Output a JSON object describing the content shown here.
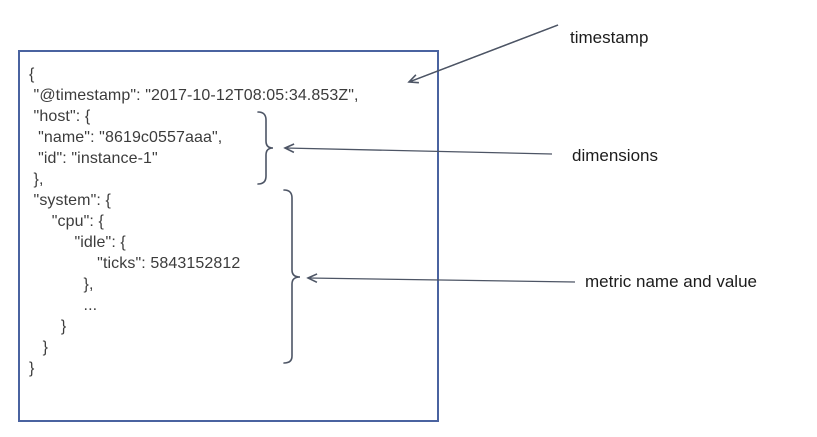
{
  "figure": {
    "document": {
      "json_lines": [
        "{",
        " \"@timestamp\": \"2017-10-12T08:05:34.853Z\",",
        " \"host\": {",
        "  \"name\": \"8619c0557aaa\",",
        "  \"id\": \"instance-1\"",
        " },",
        " \"system\": {",
        "     \"cpu\": {",
        "          \"idle\": {",
        "               \"ticks\": 5843152812",
        "            },",
        "            ...",
        "       }",
        "   }",
        "}"
      ],
      "timestamp_value": "2017-10-12T08:05:34.853Z",
      "dimensions": {
        "host_name": "8619c0557aaa",
        "host_id": "instance-1"
      },
      "metric": {
        "name": "system.cpu.idle.ticks",
        "value": 5843152812
      }
    },
    "callouts": [
      {
        "label": "timestamp"
      },
      {
        "label": "dimensions"
      },
      {
        "label": "metric name and value"
      }
    ]
  },
  "colors": {
    "box_border": "#4a63a0",
    "code_text": "#3c3c3c",
    "annotation_line": "#4d5565",
    "label_text": "#1c1c1c",
    "page_bg": "#ffffff"
  }
}
